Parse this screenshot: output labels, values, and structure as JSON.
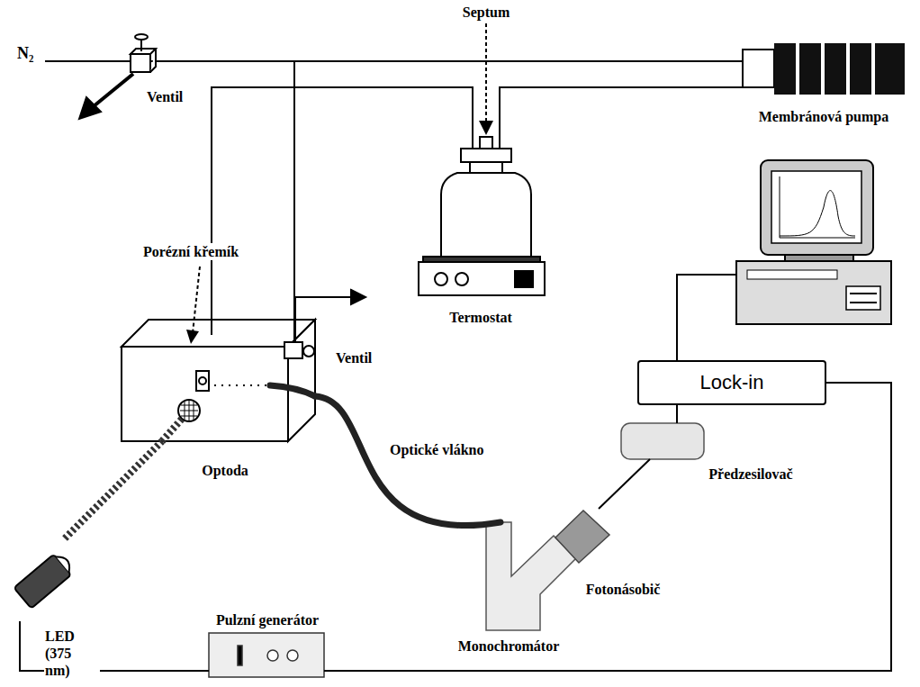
{
  "diagram": {
    "nodes": [
      {
        "text": [
          "Membránová pumpa"
        ]
      },
      {
        "text": [
          "Termostat"
        ]
      },
      {
        "text": [
          "Optoda"
        ]
      },
      {
        "text": [
          "Lock-in"
        ]
      },
      {
        "text": [
          "Předzesilovač"
        ]
      },
      {
        "text": [
          "Fotonásobič"
        ]
      },
      {
        "text": [
          "LED (375 nm)"
        ]
      },
      {
        "text": [
          "Pulzní generátor"
        ]
      },
      {
        "text": [
          "Monochromátor"
        ]
      }
    ],
    "edges": [
      {
        "from": 0,
        "to": 1,
        "arrow": "none"
      },
      {
        "from": 2,
        "to": 1,
        "arrow": "none"
      },
      {
        "from": 0,
        "to": 2,
        "arrow": "none"
      },
      {
        "from": 3,
        "to": 4,
        "arrow": "none"
      },
      {
        "from": 4,
        "to": 5,
        "arrow": "none"
      },
      {
        "from": 2,
        "to": 8,
        "label": "Optické vlákno",
        "arrow": "none"
      },
      {
        "from": 7,
        "to": 6,
        "arrow": "none"
      },
      {
        "from": 7,
        "to": 3,
        "arrow": "none"
      },
      {
        "from": 6,
        "to": 2,
        "arrow": "none"
      }
    ],
    "labels": [
      "N₂",
      "Ventil",
      "Septum",
      "Porézní křemík",
      "Ventil"
    ]
  }
}
